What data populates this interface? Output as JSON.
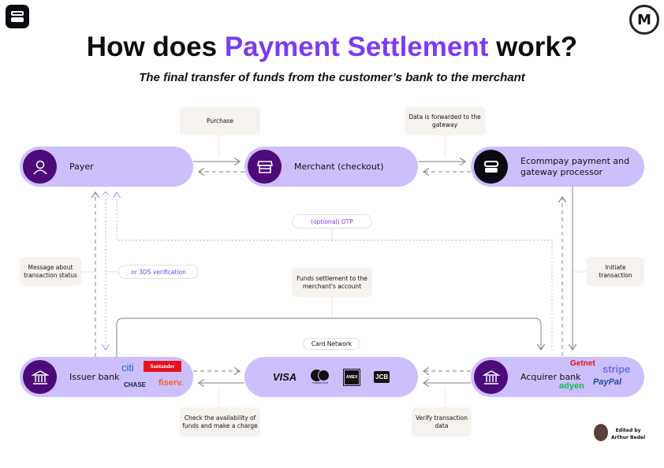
{
  "title": {
    "pre": "How does ",
    "accent": "Payment Settlement",
    "post": " work?"
  },
  "subtitle": "The final transfer of funds from the customer’s bank to the merchant",
  "nodes": {
    "payer": "Payer",
    "merchant": "Merchant (checkout)",
    "ecommpay": "Ecommpay payment and gateway processor",
    "issuer": "Issuer bank",
    "acquirer": "Acquirer bank"
  },
  "notes": {
    "purchase": "Purchase",
    "data_forwarded": "Data is forwarded to the gateway",
    "message": "Message about transaction status",
    "funds": "Funds settlement to the merchant's account",
    "initiate": "Initiate transaction",
    "check": "Check the availability of funds and make a charge",
    "verify": "Verify transaction data"
  },
  "tags": {
    "otp": "(optional) OTP",
    "threeds": "or 3DS verification",
    "card_network": "Card Network"
  },
  "issuer_logos": [
    "citi",
    "Santander",
    "CHASE",
    "fiserv."
  ],
  "network_logos": [
    "VISA",
    "mastercard",
    "AMEX",
    "JCB"
  ],
  "acquirer_logos": [
    "Getnet",
    "stripe",
    "adyen",
    "PayPal"
  ],
  "credit": {
    "line1": "Edited by",
    "line2": "Arthur Bedel"
  },
  "colors": {
    "accent": "#7a3cf0",
    "pill": "#cdbffc",
    "circle": "#4d0a7a"
  }
}
